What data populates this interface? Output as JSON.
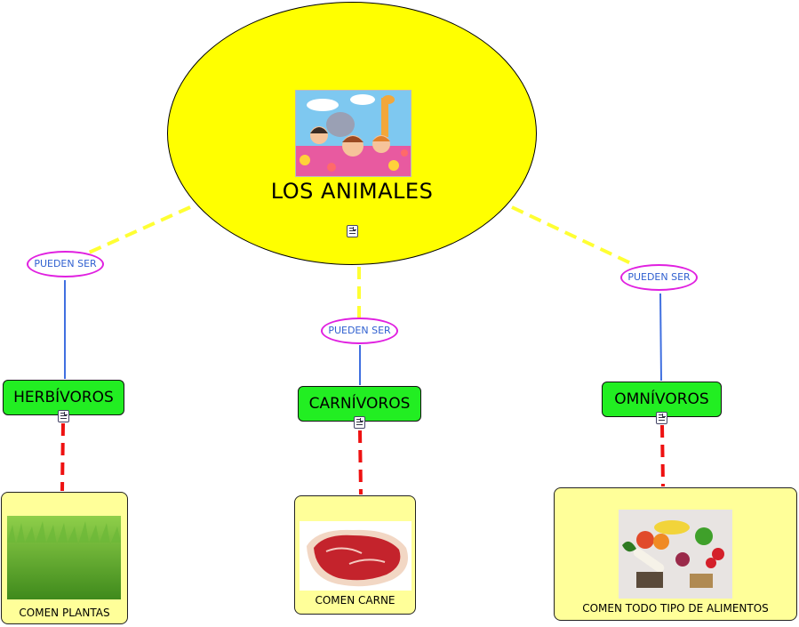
{
  "colors": {
    "main_fill": "#ffff00",
    "concept_fill": "#22ee22",
    "resource_fill": "#ffff99",
    "link_border": "#e020e0",
    "link_text": "#3060d0",
    "connector_yellow": "#ffff33",
    "connector_blue": "#4070e0",
    "connector_red": "#ee1111"
  },
  "main": {
    "title": "LOS ANIMALES"
  },
  "links": {
    "left": "PUEDEN SER",
    "center": "PUEDEN SER",
    "right": "PUEDEN SER"
  },
  "concepts": {
    "herbivoros": "HERBÍVOROS",
    "carnivoros": "CARNÍVOROS",
    "omnivoros": "OMNÍVOROS"
  },
  "resources": {
    "plants": "COMEN PLANTAS",
    "meat": "COMEN CARNE",
    "all": "COMEN TODO TIPO DE ALIMENTOS"
  }
}
